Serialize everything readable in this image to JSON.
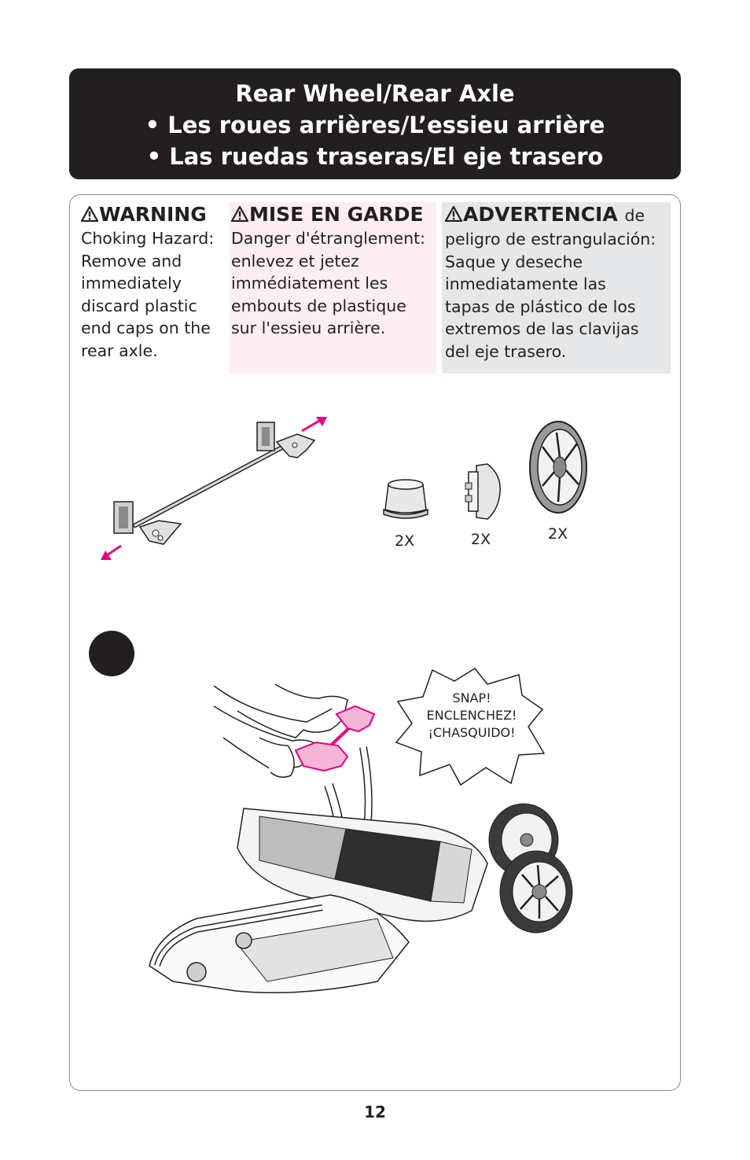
{
  "title": {
    "line1": "Rear Wheel/Rear Axle",
    "line2": "• Les roues arrières/L’essieu arrière",
    "line3": "• Las ruedas traseras/El eje trasero"
  },
  "warnings": {
    "english": {
      "heading": "WARNING",
      "lines": [
        "Choking Hazard:",
        "Remove and",
        "immediately",
        "discard plastic",
        "end caps on the",
        "rear axle."
      ]
    },
    "french": {
      "heading": "MISE EN GARDE",
      "lines": [
        "Danger d'étranglement:",
        "enlevez et jetez",
        "immédiatement les",
        "embouts de plastique",
        "sur l'essieu arrière."
      ]
    },
    "spanish": {
      "heading": "ADVERTENCIA",
      "heading_suffix": "de",
      "lines": [
        "peligro de estrangulación:",
        "Saque y deseche",
        "inmediatamente las",
        "tapas de plástico de los",
        "extremos de las clavijas",
        "del eje trasero."
      ]
    }
  },
  "parts": {
    "end_cap_qty": "2X",
    "hub_cap_qty": "2X",
    "wheel_qty": "2X"
  },
  "callout": {
    "line1": "SNAP!",
    "line2": "ENCLENCHEZ!",
    "line3": "¡CHASQUIDO!"
  },
  "page_number": "12",
  "colors": {
    "title_bg": "#231f20",
    "french_bg": "#fdeef3",
    "spanish_bg": "#e6e7e8",
    "accent_pink": "#e6007e"
  }
}
